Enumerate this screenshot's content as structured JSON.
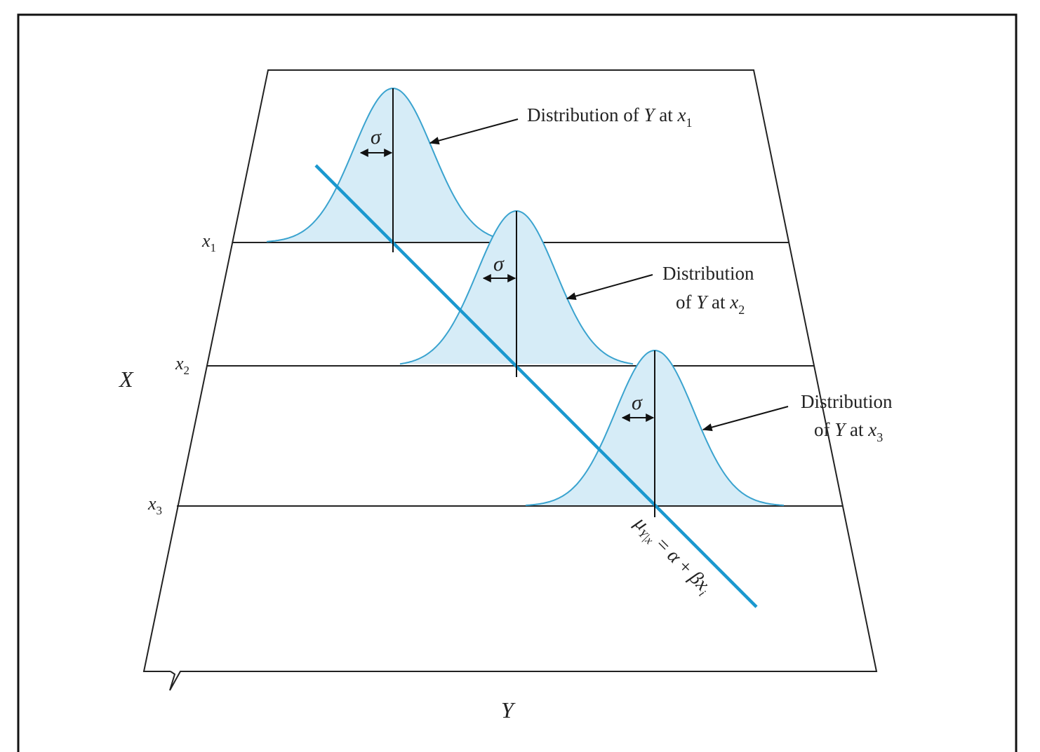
{
  "axes": {
    "x_axis": "X",
    "y_axis": "Y"
  },
  "levels": [
    {
      "x": "x",
      "sub": "1",
      "sigma": "σ",
      "label_line1": "Distribution of ",
      "label_var": "Y",
      "label_at": " at ",
      "label_x": "x",
      "label_sub": "1",
      "label_line2": ""
    },
    {
      "x": "x",
      "sub": "2",
      "sigma": "σ",
      "label_line1": "Distribution",
      "label_line2": "of ",
      "label_var": "Y",
      "label_at": " at ",
      "label_x": "x",
      "label_sub": "2"
    },
    {
      "x": "x",
      "sub": "3",
      "sigma": "σ",
      "label_line1": "Distribution",
      "label_line2": "of ",
      "label_var": "Y",
      "label_at": " at ",
      "label_x": "x",
      "label_sub": "3"
    }
  ],
  "regression": {
    "mu": "μ",
    "mu_sub": "Y|x",
    "equals": " = ",
    "alpha": "α",
    "plus": " + ",
    "beta": "β",
    "x": "x",
    "x_sub": "i"
  },
  "colors": {
    "curve_stroke": "#3aa3cf",
    "curve_fill": "#d6ecf7",
    "regression_line": "#1a98cf",
    "ink": "#222222"
  }
}
